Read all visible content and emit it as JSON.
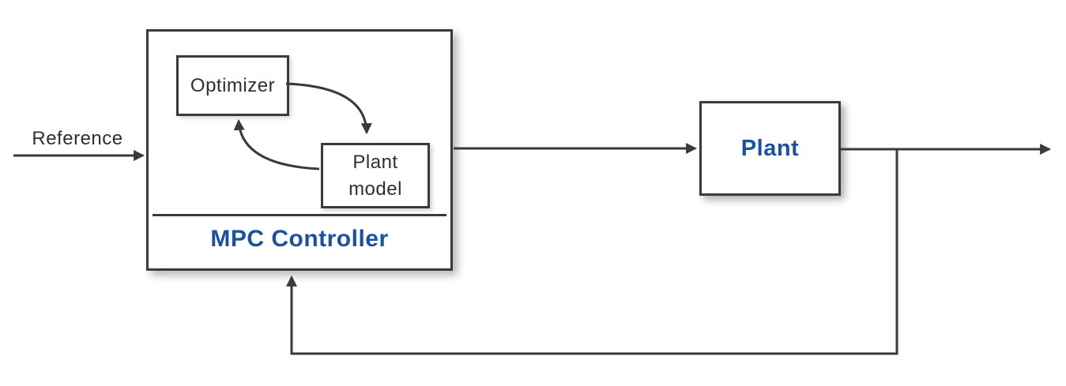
{
  "diagram": {
    "type": "block-diagram",
    "subject": "Model Predictive Control loop",
    "colors": {
      "line": "#3a3a3a",
      "accent_blue": "#1b529e",
      "label_dark": "#2f2f2f",
      "background": "#ffffff"
    },
    "labels": {
      "reference": "Reference",
      "optimizer": "Optimizer",
      "plant_model": "Plant\nmodel",
      "mpc_controller": "MPC Controller",
      "plant": "Plant"
    },
    "connections": [
      {
        "from": "Reference",
        "to": "MPC Controller",
        "style": "straight-arrow"
      },
      {
        "from": "Optimizer",
        "to": "Plant model",
        "style": "curved-arrow"
      },
      {
        "from": "Plant model",
        "to": "Optimizer",
        "style": "curved-arrow"
      },
      {
        "from": "MPC Controller",
        "to": "Plant",
        "style": "straight-arrow"
      },
      {
        "from": "Plant",
        "to": "output",
        "style": "straight-arrow"
      },
      {
        "from": "Plant output tap",
        "to": "MPC Controller bottom",
        "style": "feedback-arrow"
      }
    ]
  }
}
